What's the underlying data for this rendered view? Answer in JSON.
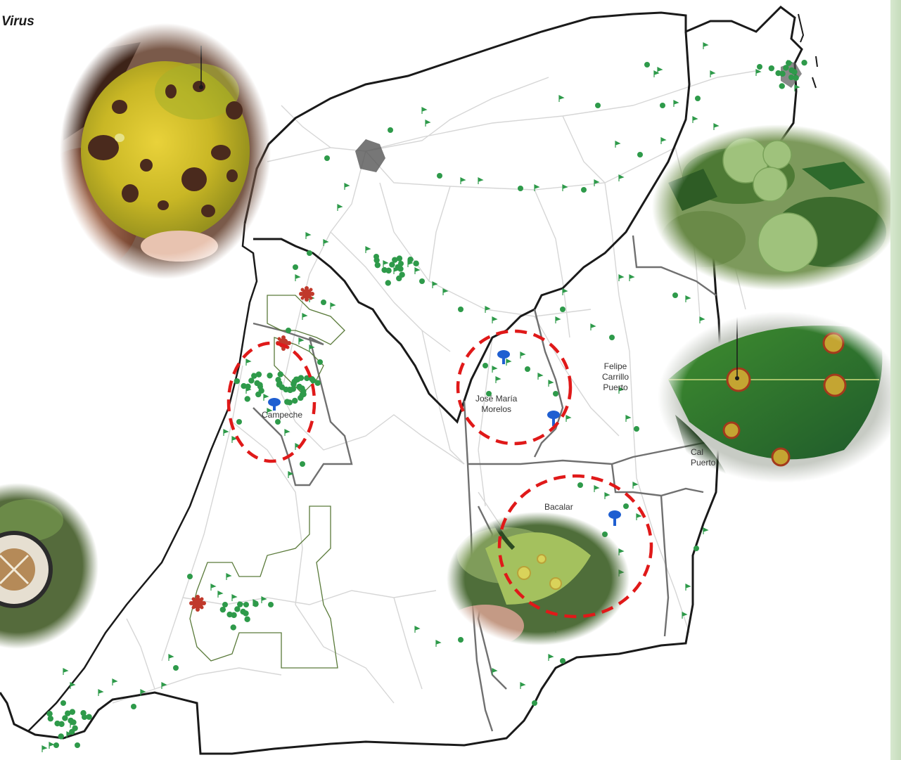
{
  "title": "Virus",
  "map": {
    "places": [
      {
        "id": "campeche",
        "name": "Campeche"
      },
      {
        "id": "jose-maria-morelos",
        "name": "José María\nMorelos"
      },
      {
        "id": "felipe-carrillo-puerto",
        "name": "Felipe\nCarrillo\nPuerto"
      },
      {
        "id": "bacalar",
        "name": "Bacalar"
      },
      {
        "id": "chetumal-partial",
        "name": "Cal\nPuerto"
      }
    ],
    "colors": {
      "state_border": "#1a1a1a",
      "municipal_border": "#707070",
      "road": "#d6d6d6",
      "area_outline": "#5a7a3a",
      "site_marker": "#2e9a4a",
      "highlight_marker_red": "#c0392b",
      "highlight_marker_blue": "#1f5fd1",
      "focus_circle": "#e01919",
      "side_bar": "#cfe2c6"
    },
    "icons": [
      "green-flag-icon",
      "green-dot-icon",
      "red-splat-icon",
      "blue-marker-icon"
    ],
    "photos": [
      "orange-fruit-lesions-photo",
      "citrus-tree-fruit-photo",
      "leaf-lesion-photo",
      "leaf-in-hand-photo",
      "fruit-cross-section-photo"
    ]
  }
}
